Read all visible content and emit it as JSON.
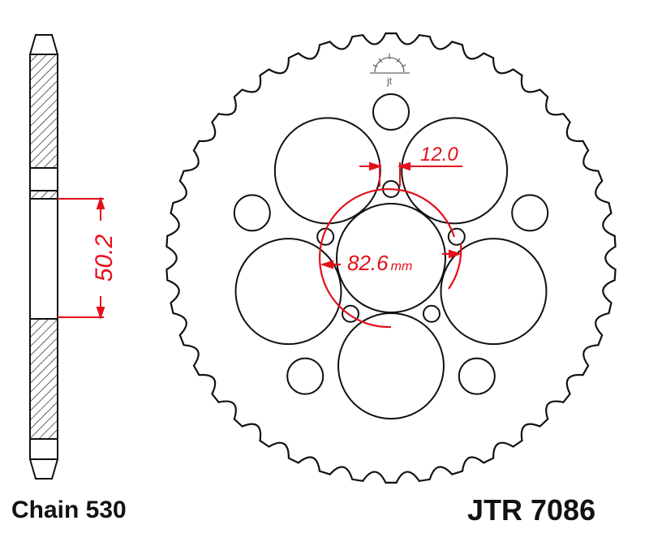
{
  "chain_label": "Chain 530",
  "part_number": "JTR 7086",
  "dimensions": {
    "hub_offset": "50.2",
    "bolt_hole_diameter": "12.0",
    "pcd_value": "82.6",
    "pcd_unit": "mm"
  },
  "logo_text": "jt",
  "colors": {
    "outline": "#111111",
    "dimension": "#e3101a"
  }
}
